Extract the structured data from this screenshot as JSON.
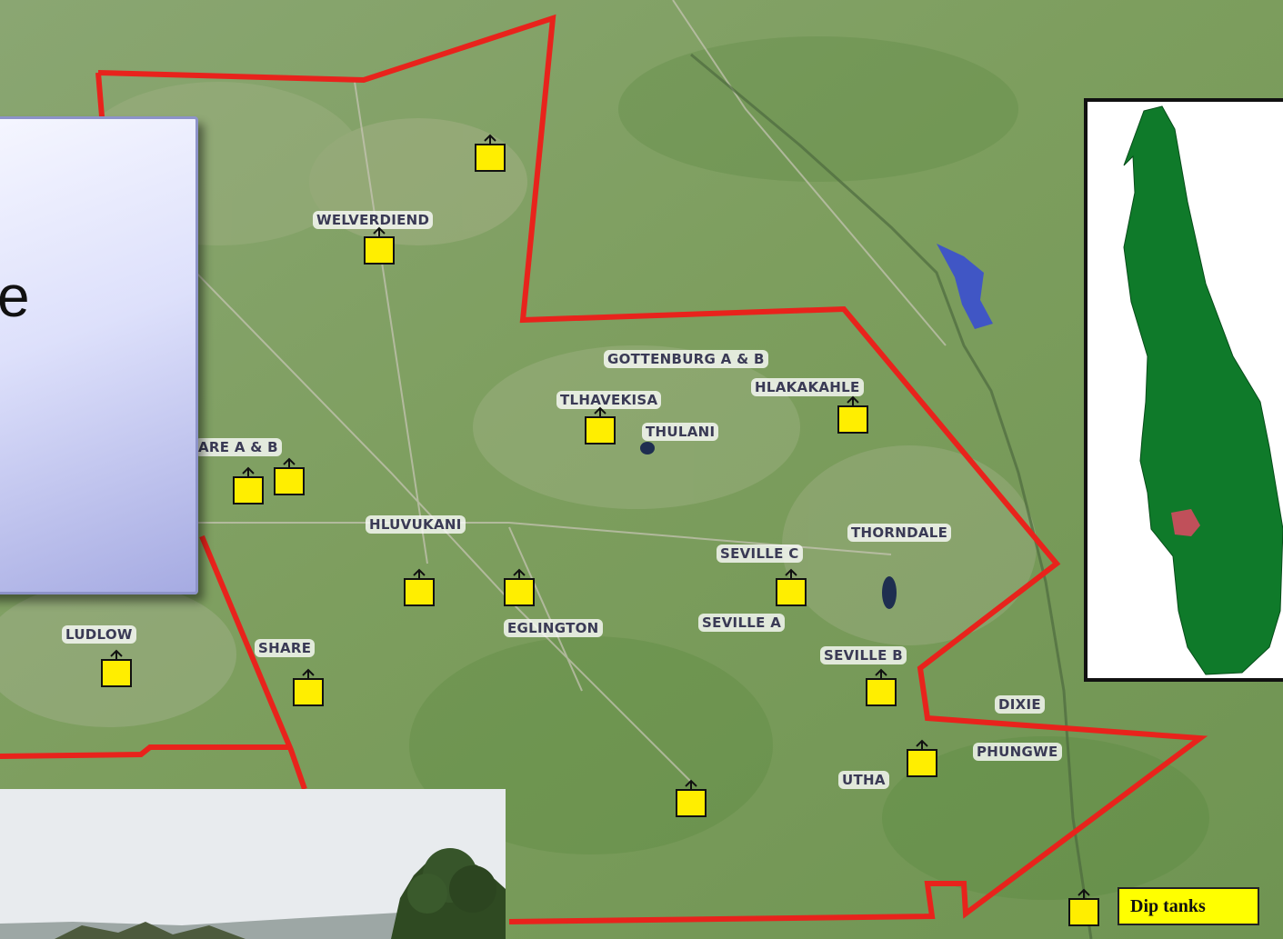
{
  "title_panel": {
    "visible_text": "e"
  },
  "villages": [
    {
      "name": "WELVERDIEND"
    },
    {
      "name": "GOTTENBURG A & B"
    },
    {
      "name": "TLHAVEKISA"
    },
    {
      "name": "HLAKAKAHLE"
    },
    {
      "name": "THULANI"
    },
    {
      "name": "ARE A & B"
    },
    {
      "name": "HLUVUKANI"
    },
    {
      "name": "THORNDALE"
    },
    {
      "name": "SEVILLE C"
    },
    {
      "name": "EGLINGTON"
    },
    {
      "name": "SEVILLE A"
    },
    {
      "name": "LUDLOW"
    },
    {
      "name": "SHARE"
    },
    {
      "name": "SEVILLE B"
    },
    {
      "name": "DIXIE"
    },
    {
      "name": "PHUNGWE"
    },
    {
      "name": "UTHA"
    }
  ],
  "legend": {
    "label": "Dip tanks",
    "icon": "dip-tank-icon"
  },
  "colors": {
    "boundary": "#e8231c",
    "dip_tank_fill": "#ffee00",
    "inset_region": "#0f7a2a",
    "inset_highlight": "#c0505a",
    "water": "#3a4fd0"
  }
}
